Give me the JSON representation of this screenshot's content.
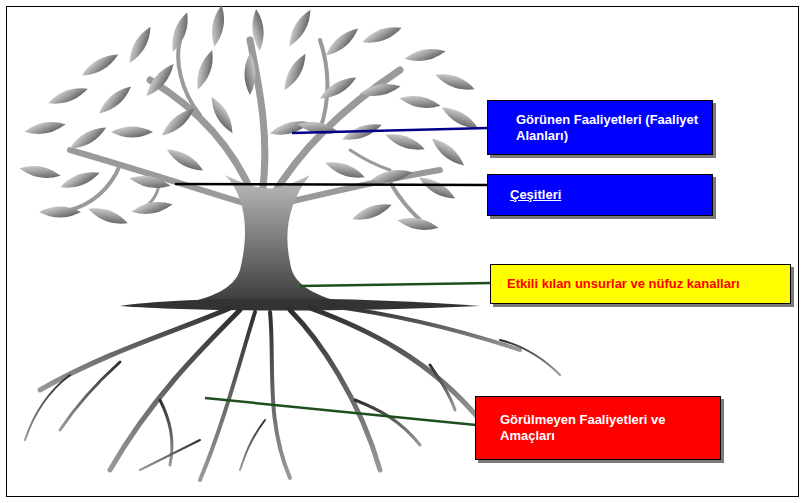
{
  "diagram": {
    "nodes": [
      {
        "text": [
          "Görünen Faaliyetleri (Faaliyet Alanları)"
        ]
      },
      {
        "text": [
          "Çeşitleri"
        ]
      },
      {
        "text": [
          "Etkili kılan unsurlar ve nüfuz kanalları"
        ]
      },
      {
        "text": [
          "Görülmeyen Faaliyetleri ve Amaçları"
        ]
      }
    ]
  }
}
